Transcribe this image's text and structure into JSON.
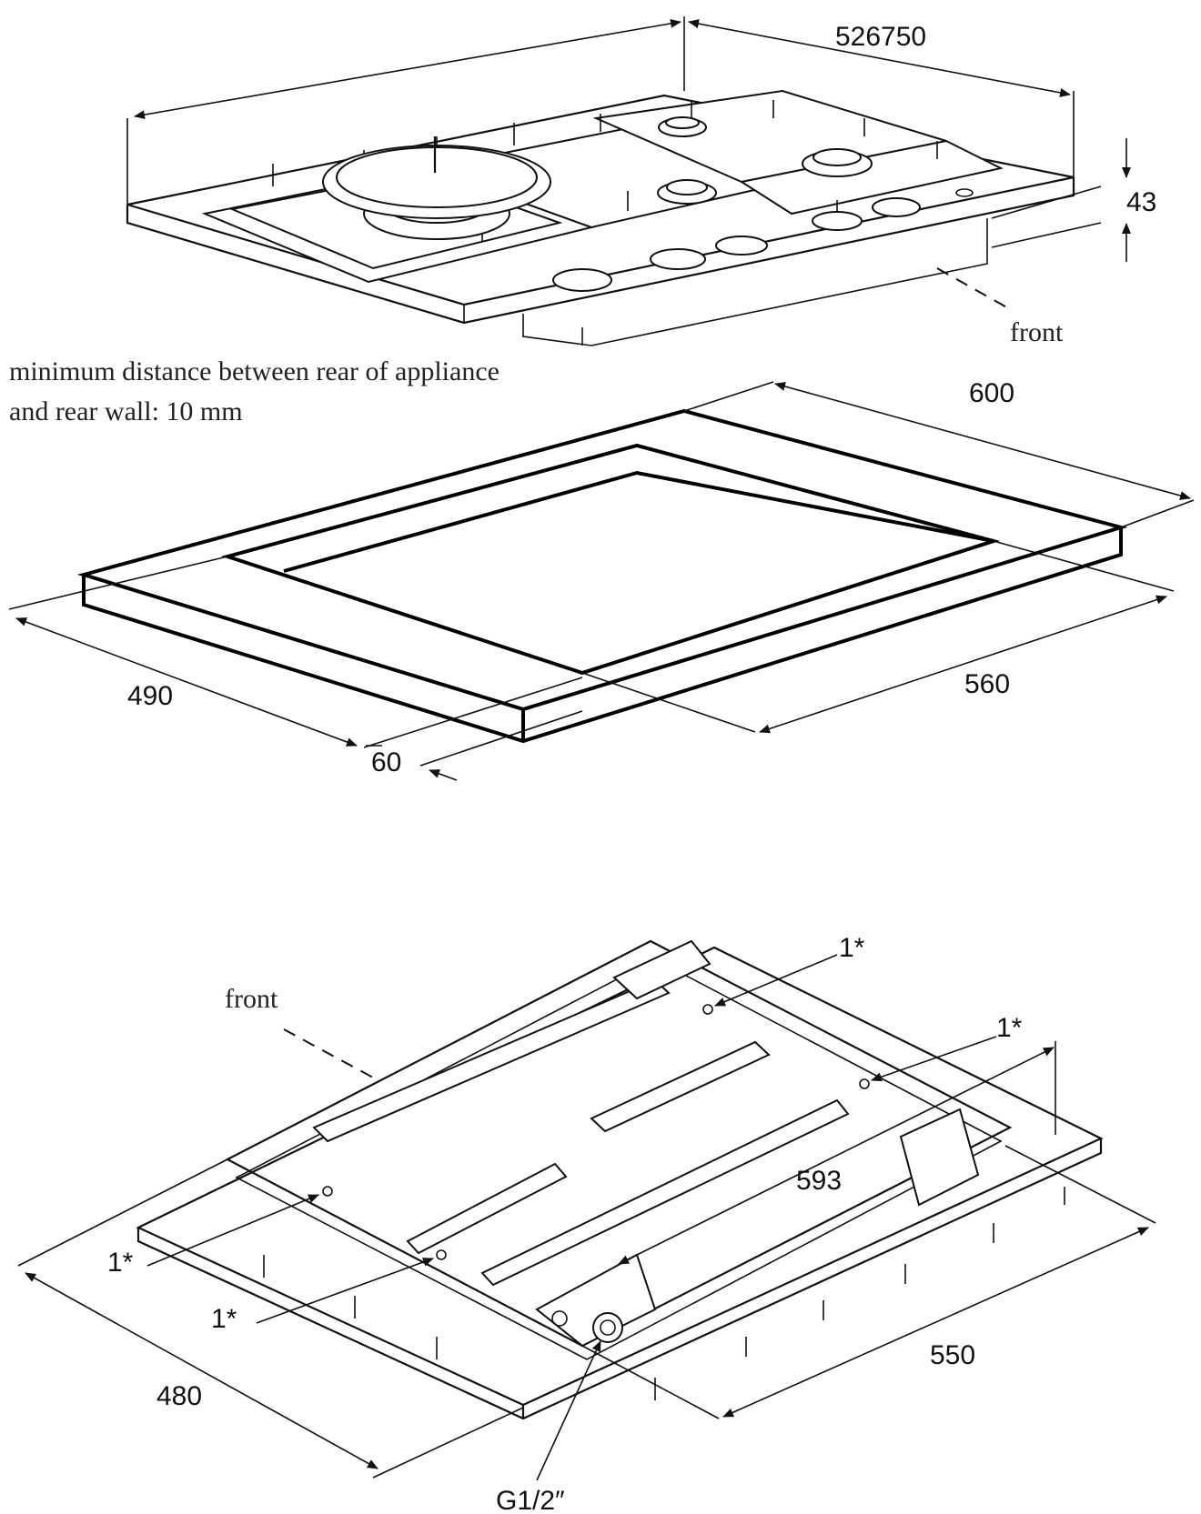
{
  "cooktop": {
    "dim_width": "526750",
    "dim_height": "43",
    "front_label": "front"
  },
  "cutout": {
    "note_line1": "minimum distance between rear of appliance",
    "note_line2": "and rear wall: 10 mm",
    "dim_600": "600",
    "dim_490": "490",
    "dim_560": "560",
    "dim_60": "60"
  },
  "underside": {
    "front_label": "front",
    "fixing_label": "1*",
    "dim_593": "593",
    "dim_550": "550",
    "dim_480": "480",
    "gas_connection": "G1/2″"
  },
  "colors": {
    "line": "#111111",
    "background": "#ffffff"
  }
}
